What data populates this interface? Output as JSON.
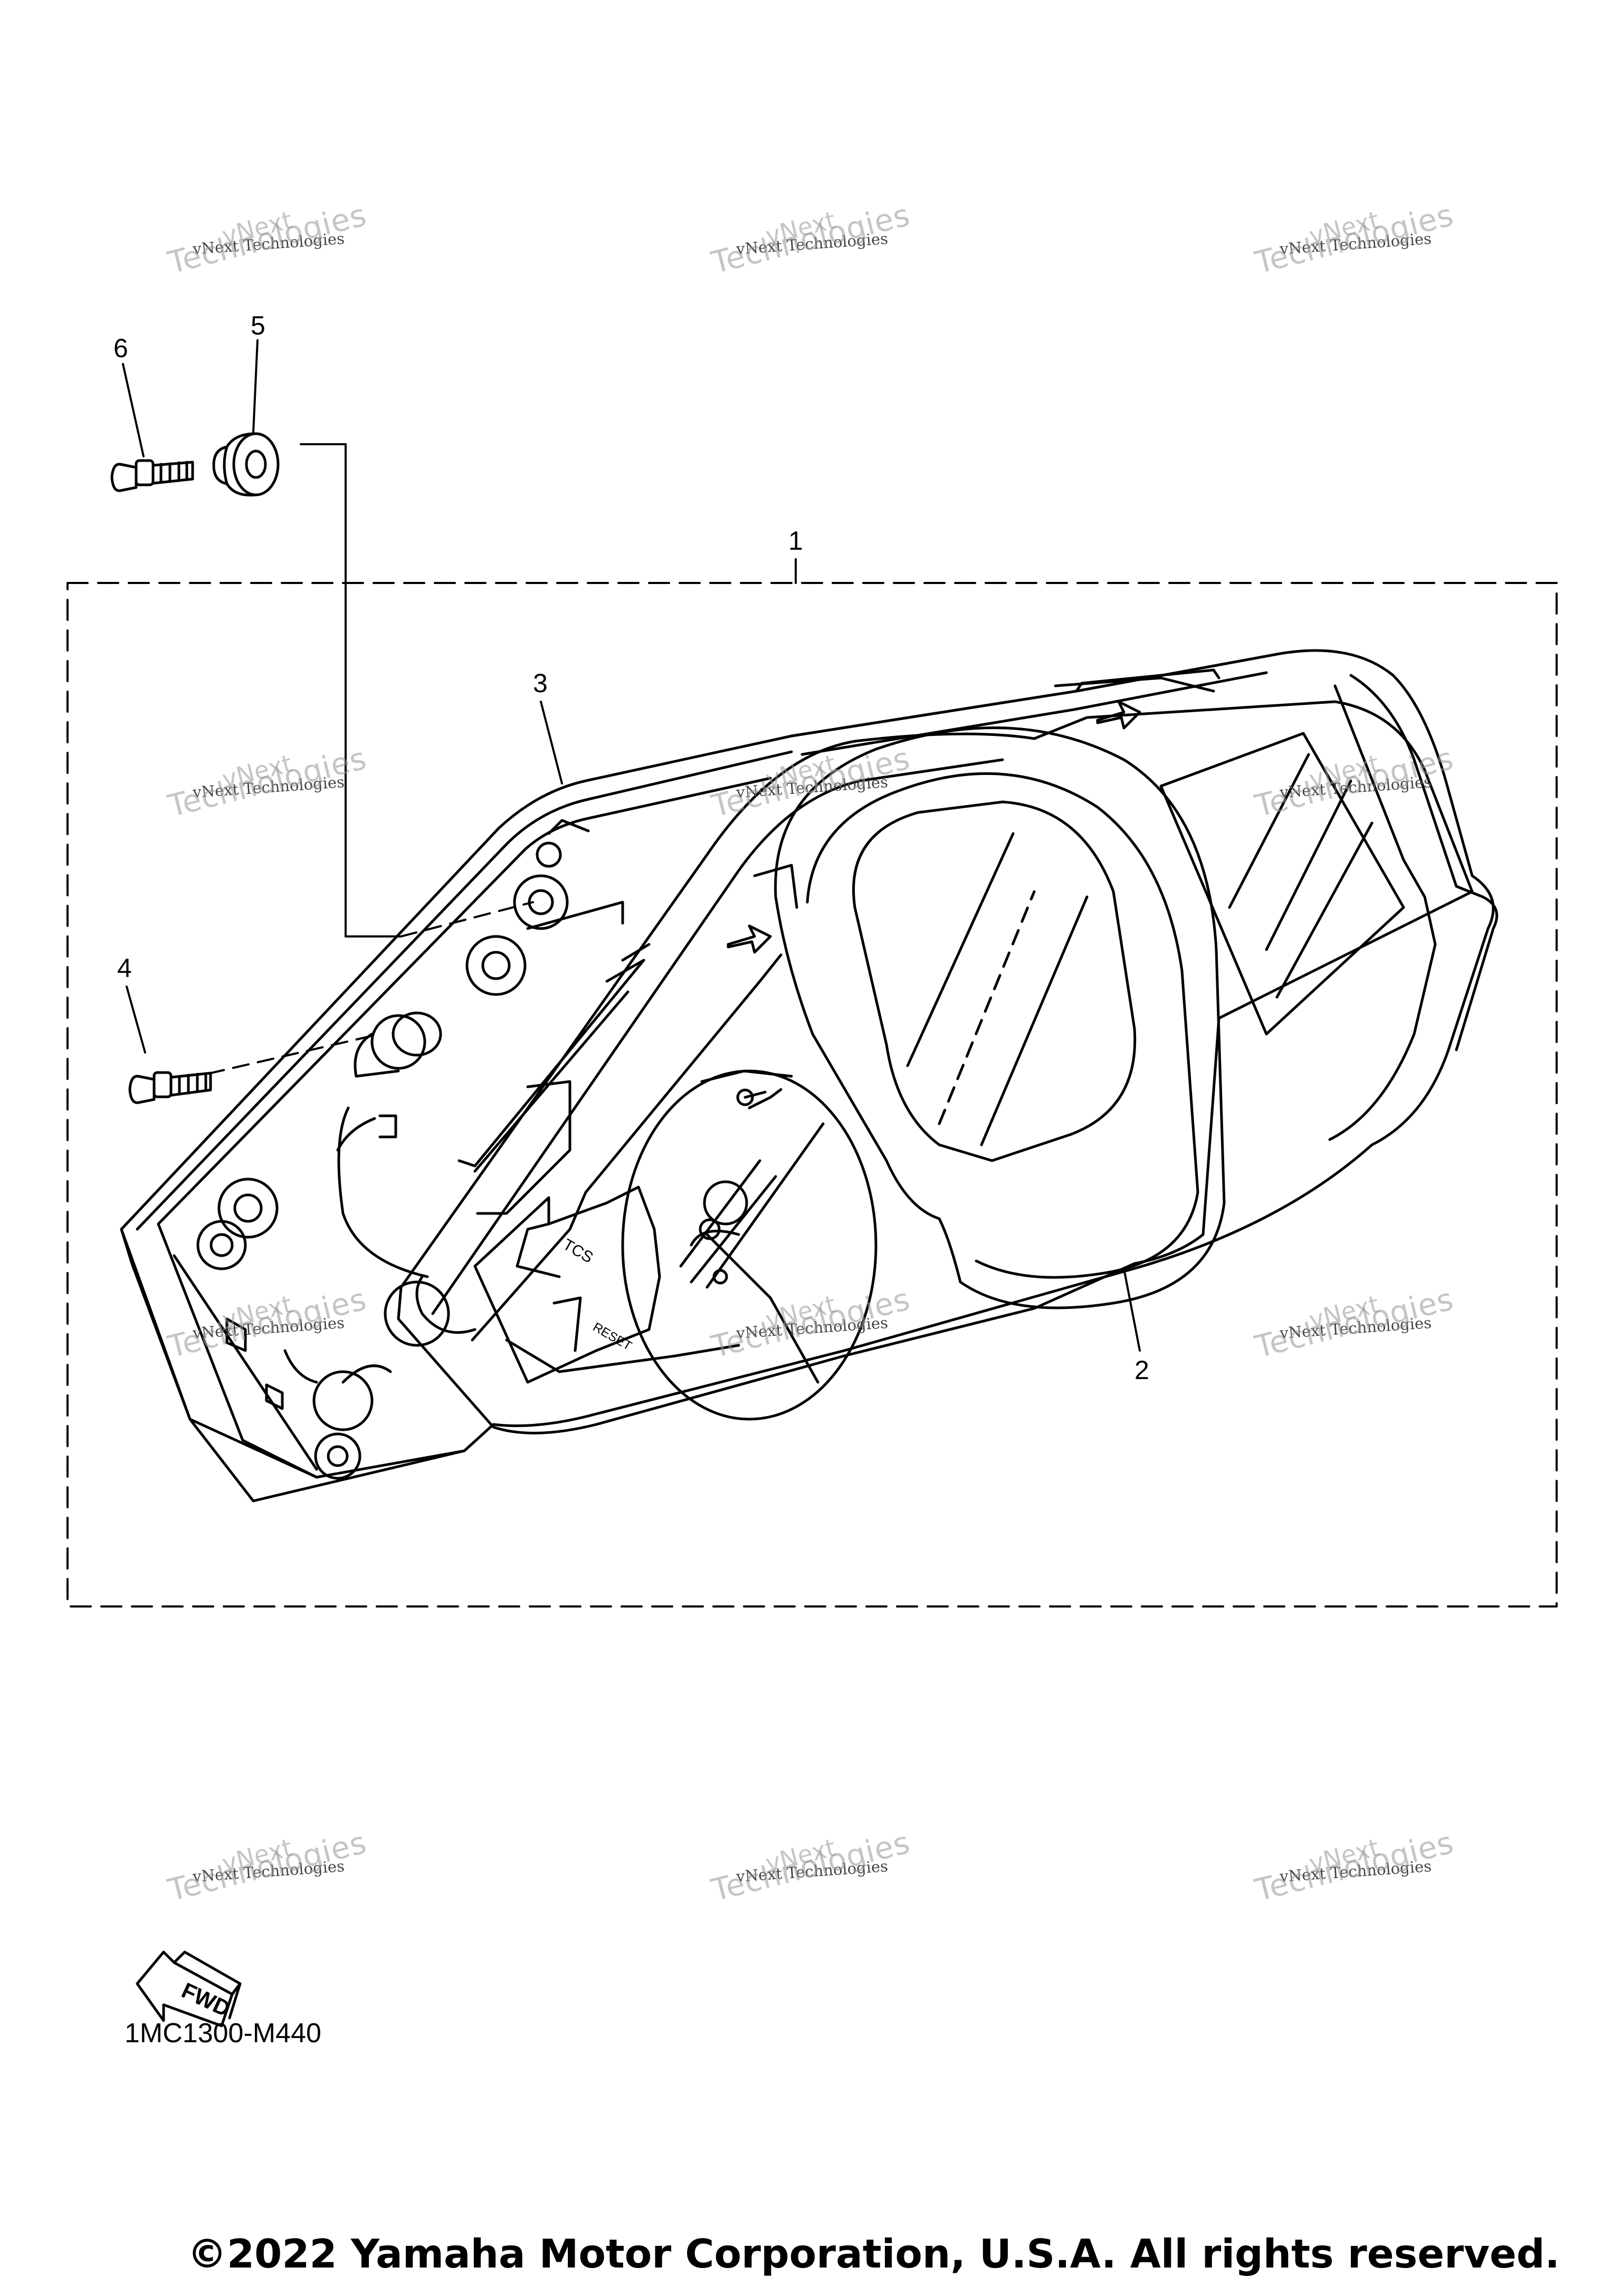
{
  "callouts": {
    "c1": "1",
    "c2": "2",
    "c3": "3",
    "c4": "4",
    "c5": "5",
    "c6": "6"
  },
  "button_labels": {
    "tcs": "TCS",
    "reset": "RESET"
  },
  "fwd_label": "FWD",
  "drawing_code": "1MC1300-M440",
  "copyright": "©2022 Yamaha Motor Corporation, U.S.A. All rights reserved.",
  "watermark": {
    "line1": "vNext Technologies",
    "line2": "Technologies",
    "line3": "vNext"
  },
  "colors": {
    "line": "#000000",
    "watermark": "#9a9a9a"
  }
}
